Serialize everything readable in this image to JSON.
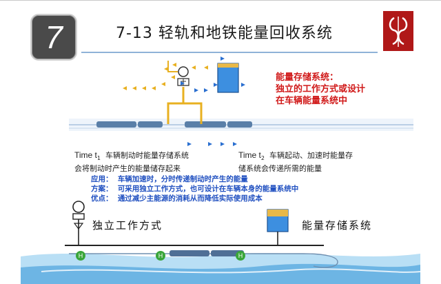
{
  "slide": {
    "number_badge": "7",
    "title": "7-13 轻轨和地铁能量回收系统"
  },
  "storage_note": {
    "lines": [
      "能量存储系统：",
      "独立的工作方式或设计",
      "在车辆能量系统中"
    ]
  },
  "time_t1": {
    "label": "Time t",
    "subscript": "1",
    "line1": "车辆制动时能量存储系统",
    "line2": "会将制动时产生的能量储存起来"
  },
  "time_t2": {
    "label": "Time t",
    "subscript": "2",
    "line1": "车辆起动、加速时能量存",
    "line2": "储系统会传递所需的能量"
  },
  "notes": [
    {
      "key": "应用：",
      "text": "车辆加速时，分时传递制动时产生的能量"
    },
    {
      "key": "方案：",
      "text": "可采用独立工作方式，也可设计在车辆本身的能量系统中"
    },
    {
      "key": "优点：",
      "text": "通过减少主能源的消耗从而降低实际使用成本"
    }
  ],
  "bottom": {
    "left_label": "独立工作方式",
    "right_label": "能量存储系统",
    "station_marker": "H"
  },
  "colors": {
    "red": "#d01818",
    "blue_text": "#1f4fc0",
    "arrow_yellow": "#e8b020",
    "arrow_blue": "#2a6fd0",
    "tank_blue": "#3d8fe0",
    "tank_gold": "#e8b848",
    "marker_green": "#3aa63a",
    "logo_red": "#b01818"
  }
}
